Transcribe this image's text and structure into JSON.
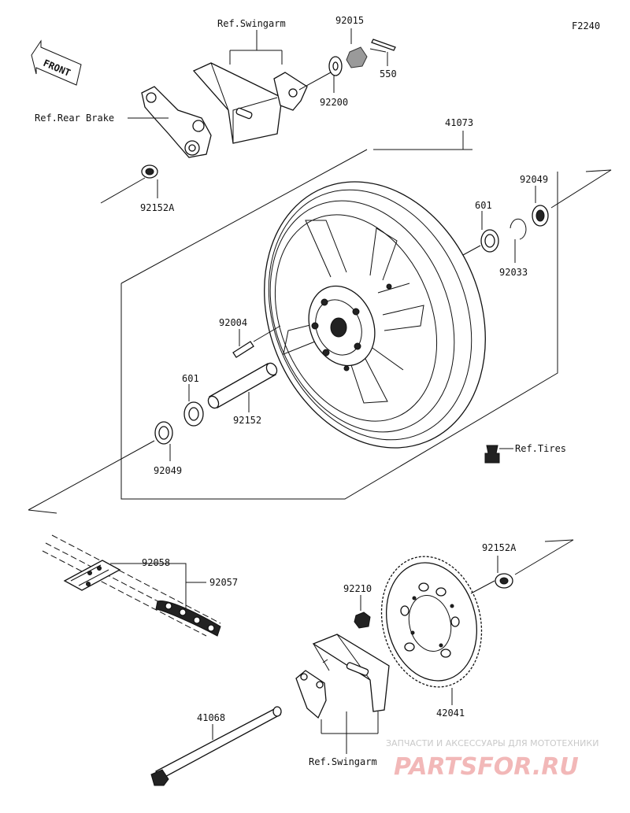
{
  "figure_code": "F2240",
  "front_label": "FRONT",
  "labels": {
    "ref_swingarm_top": "Ref.Swingarm",
    "ref_rear_brake": "Ref.Rear Brake",
    "ref_tires": "Ref.Tires",
    "ref_swingarm_bottom": "Ref.Swingarm"
  },
  "parts": {
    "p92015": "92015",
    "p550": "550",
    "p92200": "92200",
    "p92152A_top": "92152A",
    "p41073": "41073",
    "p92049_top": "92049",
    "p601_top": "601",
    "p92033": "92033",
    "p92004": "92004",
    "p601_bottom": "601",
    "p92152": "92152",
    "p92049_bottom": "92049",
    "p92058": "92058",
    "p92057": "92057",
    "p92152A_bottom": "92152A",
    "p92210": "92210",
    "p42041": "42041",
    "p41068": "41068"
  },
  "watermark": {
    "tagline": "ЗАПЧАСТИ И АКСЕССУАРЫ ДЛЯ МОТОТЕХНИКИ",
    "brand": "PARTSFOR.RU"
  }
}
